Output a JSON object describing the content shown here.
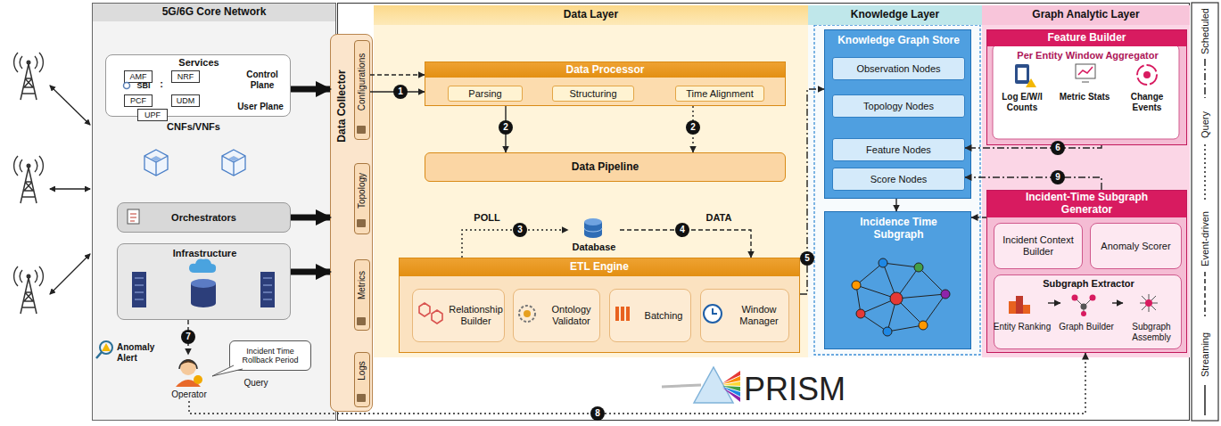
{
  "diagram": {
    "nodes": [
      {
        "text": [
          "5G/6G Core Network"
        ]
      },
      {
        "text": [
          "Services",
          "Control Plane",
          "User Plane"
        ],
        "in": 0
      },
      {
        "text": [
          "AMF"
        ],
        "in": 1
      },
      {
        "text": [
          "NRF"
        ],
        "in": 1
      },
      {
        "text": [
          "PCF"
        ],
        "in": 1
      },
      {
        "text": [
          "UDM"
        ],
        "in": 1
      },
      {
        "text": [
          "UPF"
        ],
        "in": 1
      },
      {
        "text": [
          "Orchestrators"
        ],
        "in": 0
      },
      {
        "text": [
          "Infrastructure"
        ],
        "in": 0
      },
      {
        "text": [
          "Operator"
        ],
        "in": 0
      },
      {
        "text": [
          "Incident Time Rollback Period"
        ],
        "in": 0
      },
      {
        "text": [
          "Data Collector"
        ]
      },
      {
        "text": [
          "Configurations"
        ],
        "in": 11
      },
      {
        "text": [
          "Topology"
        ],
        "in": 11
      },
      {
        "text": [
          "Metrics"
        ],
        "in": 11
      },
      {
        "text": [
          "Logs"
        ],
        "in": 11
      },
      {
        "text": [
          "PRISM"
        ]
      },
      {
        "text": [
          "Data Layer"
        ],
        "in": 16
      },
      {
        "text": [
          "Knowledge Layer"
        ],
        "in": 16
      },
      {
        "text": [
          "Graph Analytic Layer"
        ],
        "in": 16
      },
      {
        "text": [
          "Data Processor"
        ],
        "in": 17
      },
      {
        "text": [
          "Parsing"
        ],
        "in": 20
      },
      {
        "text": [
          "Structuring"
        ],
        "in": 20
      },
      {
        "text": [
          "Time Alignment"
        ],
        "in": 20
      },
      {
        "text": [
          "Data Pipeline"
        ],
        "in": 17
      },
      {
        "text": [
          "Database"
        ],
        "in": 17
      },
      {
        "text": [
          "ETL Engine"
        ],
        "in": 17
      },
      {
        "text": [
          "Relationship Builder"
        ],
        "in": 26
      },
      {
        "text": [
          "Ontology Validator"
        ],
        "in": 26
      },
      {
        "text": [
          "Batching"
        ],
        "in": 26
      },
      {
        "text": [
          "Window Manager"
        ],
        "in": 26
      },
      {
        "text": [
          "Knowledge Graph Store"
        ],
        "in": 18
      },
      {
        "text": [
          "Observation Nodes"
        ],
        "in": 31
      },
      {
        "text": [
          "Topology Nodes"
        ],
        "in": 31
      },
      {
        "text": [
          "Feature Nodes"
        ],
        "in": 31
      },
      {
        "text": [
          "Score Nodes"
        ],
        "in": 31
      },
      {
        "text": [
          "Incidence Time Subgraph"
        ],
        "in": 18
      },
      {
        "text": [
          "Feature Builder",
          "Per Entity Window Aggregator"
        ],
        "in": 19
      },
      {
        "text": [
          "Incident-Time Subgraph Generator"
        ],
        "in": 19
      },
      {
        "text": [
          "Incident Context Builder"
        ],
        "in": 38
      },
      {
        "text": [
          "Anomaly Scorer"
        ],
        "in": 38
      },
      {
        "text": [
          "Subgraph Extractor"
        ],
        "in": 38
      },
      {
        "text": [
          "Entity Ranking"
        ],
        "in": 41
      },
      {
        "text": [
          "Graph Builder"
        ],
        "in": 41
      },
      {
        "text": [
          "Subgraph Assembly"
        ],
        "in": 41
      }
    ],
    "edges": [
      {
        "from": 1,
        "to": 11,
        "arrow": "to"
      },
      {
        "from": 7,
        "to": 11,
        "arrow": "to"
      },
      {
        "from": 8,
        "to": 11,
        "arrow": "to"
      },
      {
        "from": 12,
        "to": 20,
        "arrow": "to"
      },
      {
        "from": 12,
        "to": 20,
        "arrow": "to"
      },
      {
        "from": 20,
        "to": 24,
        "arrow": "to"
      },
      {
        "from": 20,
        "to": 24,
        "arrow": "to"
      },
      {
        "from": 26,
        "to": 25,
        "arrow": "to"
      },
      {
        "from": 25,
        "to": 26,
        "arrow": "to"
      },
      {
        "from": 26,
        "to": 31,
        "arrow": "to"
      },
      {
        "from": 31,
        "to": 36,
        "arrow": "to"
      },
      {
        "from": 37,
        "to": 34,
        "arrow": "to"
      },
      {
        "from": 38,
        "to": 35,
        "arrow": "to"
      },
      {
        "from": 38,
        "to": 36,
        "arrow": "to"
      },
      {
        "from": 8,
        "to": 9,
        "arrow": "to"
      },
      {
        "from": 9,
        "to": 38,
        "arrow": "to"
      },
      {
        "from": 42,
        "to": 43,
        "arrow": "to"
      },
      {
        "from": 43,
        "to": 44,
        "arrow": "to"
      }
    ],
    "labels": [
      "SBI",
      ":",
      "CNFs/VNFs",
      "Anomaly Alert",
      "7",
      "Query",
      "1",
      "2",
      "2",
      "POLL",
      "3",
      "DATA",
      "4",
      "5",
      "6",
      "9",
      "Log E/W/I Counts",
      "Metric Stats",
      "Change Events",
      "8"
    ],
    "legend": [
      {
        "text": "Scheduled"
      },
      {
        "text": "Query"
      },
      {
        "text": "Event-driven"
      },
      {
        "text": "Streaming"
      }
    ]
  }
}
